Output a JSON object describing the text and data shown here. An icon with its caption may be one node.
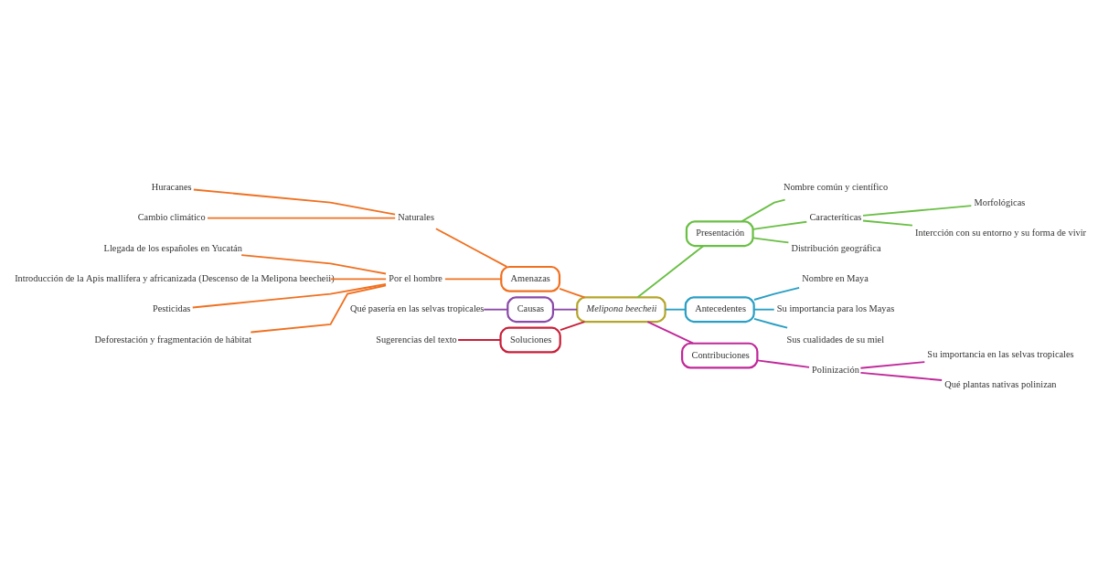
{
  "diagram": {
    "nodes": [
      {
        "text": [
          "Melipona beecheii"
        ]
      },
      {
        "text": [
          "Presentación"
        ]
      },
      {
        "text": [
          "Nombre común y científico"
        ]
      },
      {
        "text": [
          "Caracteríticas"
        ]
      },
      {
        "text": [
          "Distribución geográfica"
        ]
      },
      {
        "text": [
          "Morfológicas"
        ]
      },
      {
        "text": [
          "Intercción con su entorno y su forma de vivir"
        ]
      },
      {
        "text": [
          "Antecedentes"
        ]
      },
      {
        "text": [
          "Nombre en Maya"
        ]
      },
      {
        "text": [
          "Su importancia para los Mayas"
        ]
      },
      {
        "text": [
          "Sus cualidades de su miel"
        ]
      },
      {
        "text": [
          "Contribuciones"
        ]
      },
      {
        "text": [
          "Polinización"
        ]
      },
      {
        "text": [
          "Su importancia en las selvas tropicales"
        ]
      },
      {
        "text": [
          "Qué plantas nativas polinizan"
        ]
      },
      {
        "text": [
          "Amenazas"
        ]
      },
      {
        "text": [
          "Naturales"
        ]
      },
      {
        "text": [
          "Por el hombre"
        ]
      },
      {
        "text": [
          "Huracanes"
        ]
      },
      {
        "text": [
          "Cambio climático"
        ]
      },
      {
        "text": [
          "Llegada de los españoles en Yucatán"
        ]
      },
      {
        "text": [
          "Introducción de la *Apis mallifera* y africanizada (Descenso de la *Melipona beecheii*)"
        ]
      },
      {
        "text": [
          "Pesticidas"
        ]
      },
      {
        "text": [
          "Deforestación y fragmentación de hábitat"
        ]
      },
      {
        "text": [
          "Causas"
        ]
      },
      {
        "text": [
          "Qué pasería en las selvas tropicales"
        ]
      },
      {
        "text": [
          "Soluciones"
        ]
      },
      {
        "text": [
          "Sugerencias del texto"
        ]
      }
    ],
    "edges": [
      {
        "from": 0,
        "to": 1,
        "arrow": "none",
        "color": "#6abf45"
      },
      {
        "from": 1,
        "to": 2,
        "arrow": "none",
        "color": "#6abf45"
      },
      {
        "from": 1,
        "to": 3,
        "arrow": "none",
        "color": "#6abf45"
      },
      {
        "from": 1,
        "to": 4,
        "arrow": "none",
        "color": "#6abf45"
      },
      {
        "from": 3,
        "to": 5,
        "arrow": "none",
        "color": "#6abf45"
      },
      {
        "from": 3,
        "to": 6,
        "arrow": "none",
        "color": "#6abf45"
      },
      {
        "from": 0,
        "to": 7,
        "arrow": "none",
        "color": "#2a9fc4"
      },
      {
        "from": 7,
        "to": 8,
        "arrow": "none",
        "color": "#2a9fc4"
      },
      {
        "from": 7,
        "to": 9,
        "arrow": "none",
        "color": "#2a9fc4"
      },
      {
        "from": 7,
        "to": 10,
        "arrow": "none",
        "color": "#2a9fc4"
      },
      {
        "from": 0,
        "to": 11,
        "arrow": "none",
        "color": "#c0289a"
      },
      {
        "from": 11,
        "to": 12,
        "arrow": "none",
        "color": "#c0289a"
      },
      {
        "from": 12,
        "to": 13,
        "arrow": "none",
        "color": "#c0289a"
      },
      {
        "from": 12,
        "to": 14,
        "arrow": "none",
        "color": "#c0289a"
      },
      {
        "from": 0,
        "to": 15,
        "arrow": "none",
        "color": "#f07020"
      },
      {
        "from": 15,
        "to": 16,
        "arrow": "none",
        "color": "#f07020"
      },
      {
        "from": 15,
        "to": 17,
        "arrow": "none",
        "color": "#f07020"
      },
      {
        "from": 16,
        "to": 18,
        "arrow": "none",
        "color": "#f07020"
      },
      {
        "from": 16,
        "to": 19,
        "arrow": "none",
        "color": "#f07020"
      },
      {
        "from": 17,
        "to": 20,
        "arrow": "none",
        "color": "#f07020"
      },
      {
        "from": 17,
        "to": 21,
        "arrow": "none",
        "color": "#f07020"
      },
      {
        "from": 17,
        "to": 22,
        "arrow": "none",
        "color": "#f07020"
      },
      {
        "from": 17,
        "to": 23,
        "arrow": "none",
        "color": "#f07020"
      },
      {
        "from": 0,
        "to": 24,
        "arrow": "none",
        "color": "#8a4aa8"
      },
      {
        "from": 24,
        "to": 25,
        "arrow": "none",
        "color": "#8a4aa8"
      },
      {
        "from": 0,
        "to": 26,
        "arrow": "none",
        "color": "#c8203a"
      },
      {
        "from": 26,
        "to": 27,
        "arrow": "none",
        "color": "#c8203a"
      }
    ]
  }
}
